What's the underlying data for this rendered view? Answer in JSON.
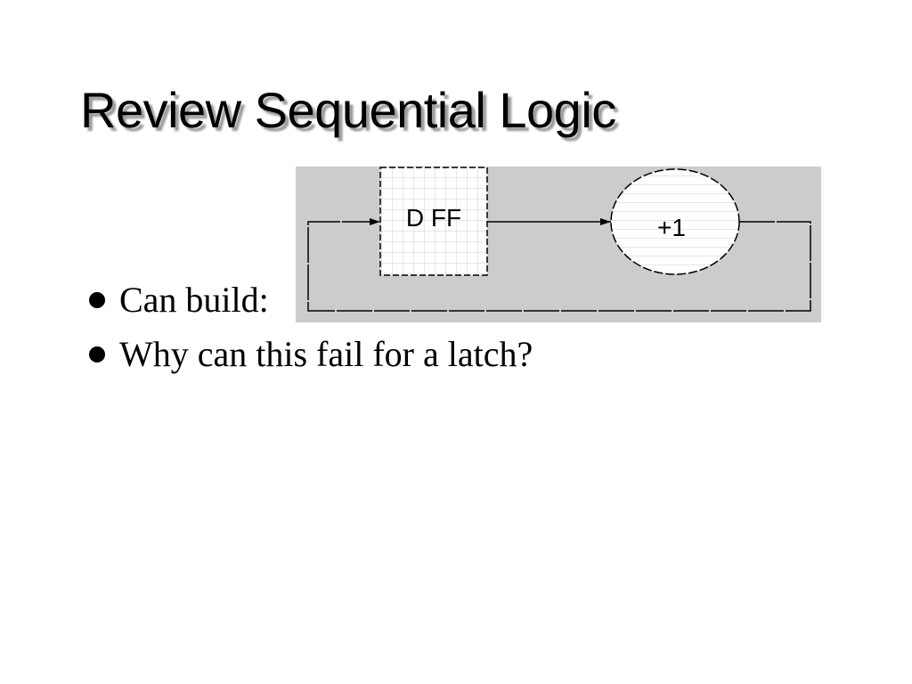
{
  "slide": {
    "title": "Review Sequential Logic"
  },
  "bullets": [
    {
      "text": "Can build:"
    },
    {
      "text": "Why can this fail for a latch?"
    }
  ],
  "diagram": {
    "flipflop_label": "D FF",
    "adder_label": "+1",
    "colors": {
      "background": "#cccccc",
      "block_fill": "#ffffff",
      "grid": "#cfcfcf",
      "line": "#000000"
    }
  }
}
